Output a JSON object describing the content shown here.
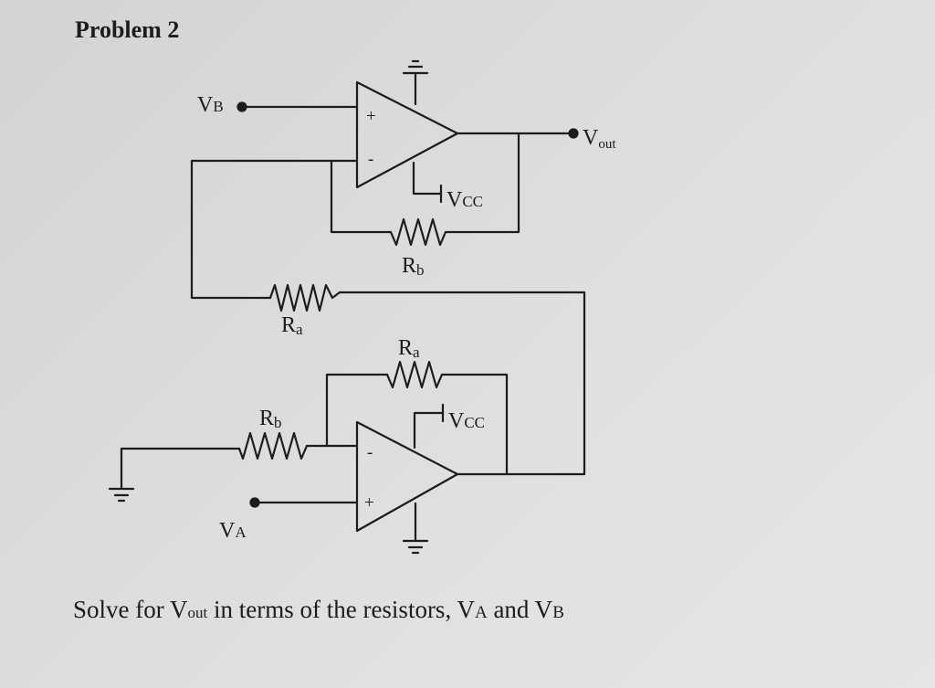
{
  "title": "Problem 2",
  "question": {
    "prefix": "Solve for V",
    "prefix_sub": "out",
    "middle": " in terms of the resistors, V",
    "va_sub": "A",
    "and": " and V",
    "vb_sub": "B"
  },
  "circuit": {
    "top_opamp": {
      "plus": "+",
      "minus": "-"
    },
    "bottom_opamp": {
      "plus": "+",
      "minus": "-"
    },
    "labels": {
      "vb": {
        "main": "V",
        "sub": "B"
      },
      "vout": {
        "main": "V",
        "sub": "out"
      },
      "vcc_top": {
        "main": "V",
        "sub": "CC"
      },
      "vcc_bottom": {
        "main": "V",
        "sub": "CC"
      },
      "rb_top": {
        "main": "R",
        "sub": "b"
      },
      "ra_middle": {
        "main": "R",
        "sub": "a"
      },
      "ra_bottom": {
        "main": "R",
        "sub": "a"
      },
      "rb_bottom": {
        "main": "R",
        "sub": "b"
      },
      "va": {
        "main": "V",
        "sub": "A"
      }
    }
  }
}
